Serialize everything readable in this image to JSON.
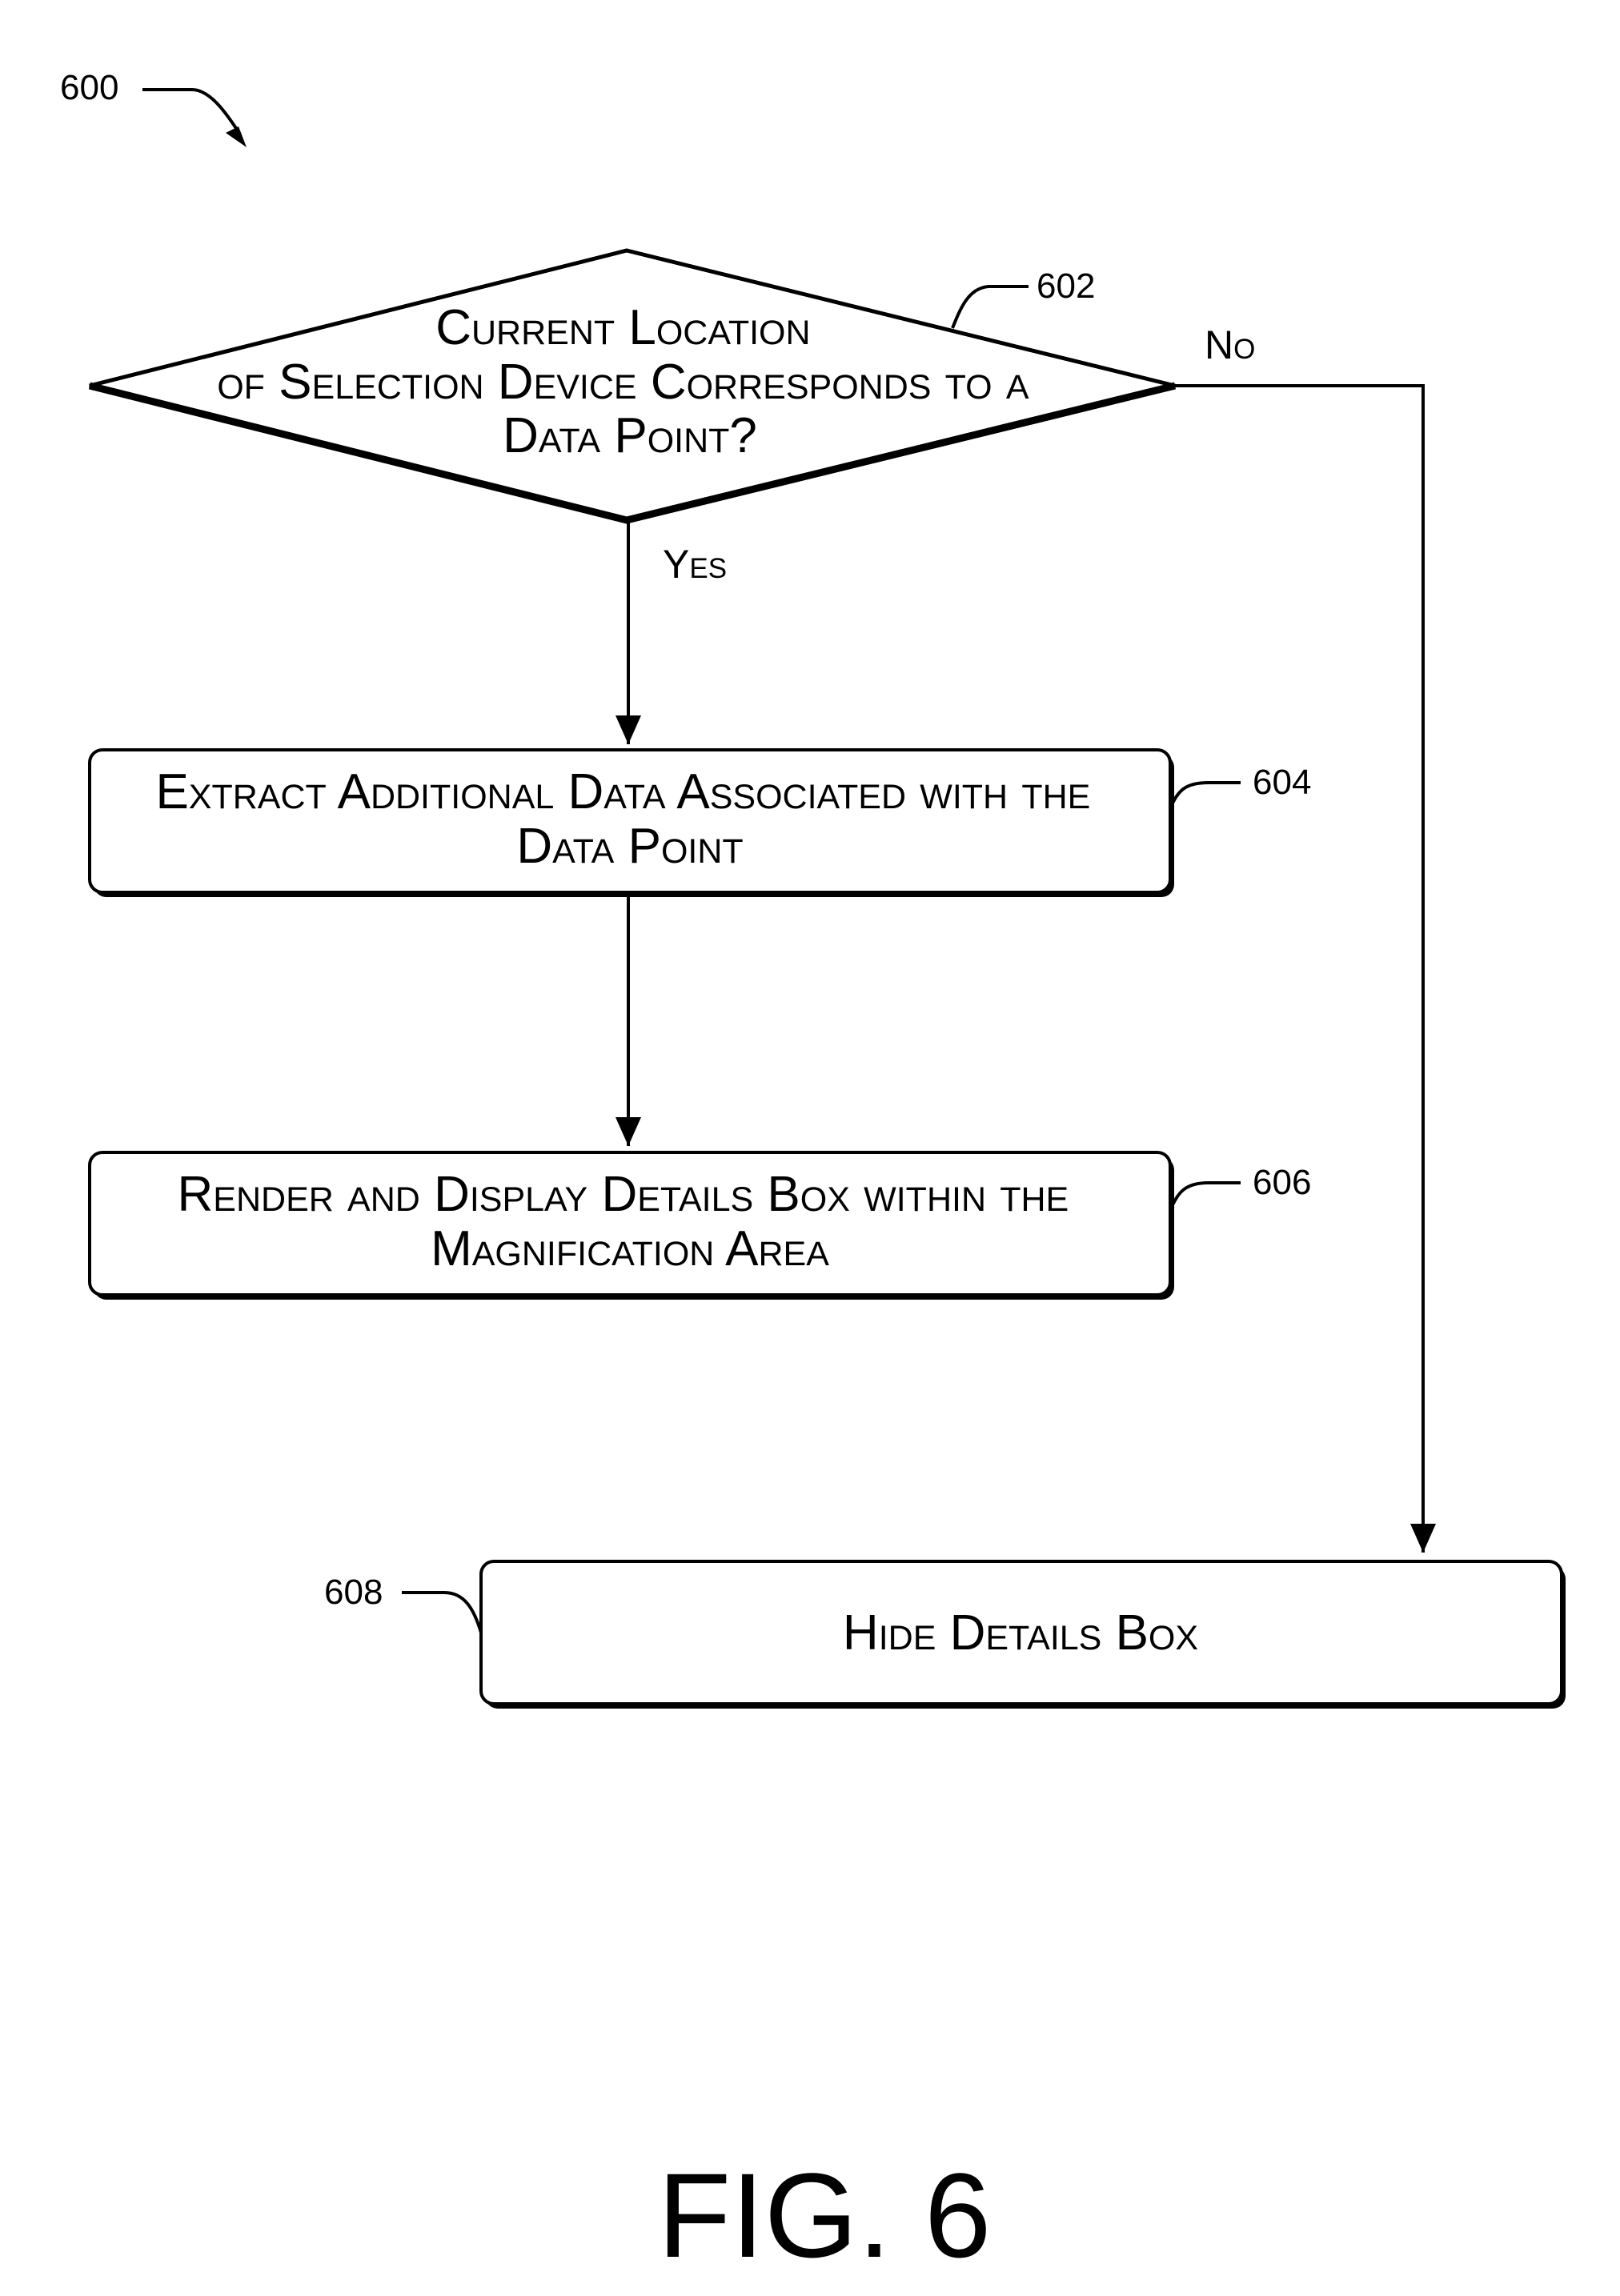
{
  "figure": {
    "number_label": "600",
    "caption": "FIG. 6"
  },
  "nodes": {
    "decision": {
      "ref": "602",
      "lines": [
        "Current Location",
        "of Selection Device Corresponds to a",
        "Data Point?"
      ]
    },
    "extract": {
      "ref": "604",
      "lines": [
        "Extract Additional Data Associated with the",
        "Data Point"
      ]
    },
    "render": {
      "ref": "606",
      "lines": [
        "Render and Display Details Box within the",
        "Magnification Area"
      ]
    },
    "hide": {
      "ref": "608",
      "lines": [
        "Hide Details Box"
      ]
    }
  },
  "branches": {
    "yes": "Yes",
    "no": "No"
  }
}
